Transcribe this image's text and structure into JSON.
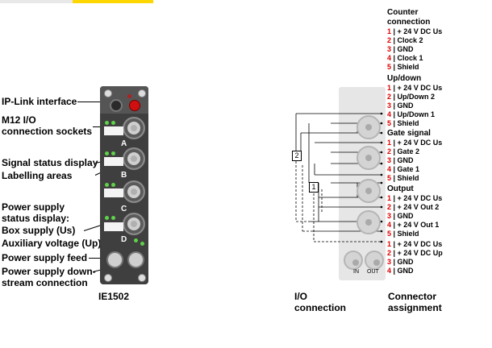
{
  "left_labels": {
    "ip_link": "IP-Link interface",
    "m12": "M12 I/O\nconnection sockets",
    "signal_status": "Signal status display",
    "labelling": "Labelling areas",
    "power_status": "Power supply\nstatus display:",
    "box_supply": "Box supply (Us)",
    "aux_voltage": "Auxiliary voltage (Up)",
    "power_feed": "Power supply feed",
    "power_down": "Power supply down-\nstream connection"
  },
  "device": {
    "caption": "IE1502",
    "channels": [
      "A",
      "B",
      "C",
      "D"
    ]
  },
  "captions": {
    "io": "I/O\nconnection",
    "conn": "Connector\nassignment"
  },
  "schematic": {
    "box1": "1",
    "box2": "2",
    "in_label": "IN",
    "out_label": "OUT"
  },
  "connector_assignment": {
    "groups": [
      {
        "title": "Counter\nconnection",
        "rows": [
          {
            "pin": "1",
            "text": "| + 24 V DC Us"
          },
          {
            "pin": "2",
            "text": "| Clock 2"
          },
          {
            "pin": "3",
            "text": "| GND"
          },
          {
            "pin": "4",
            "text": "| Clock 1"
          },
          {
            "pin": "5",
            "text": "| Shield"
          }
        ]
      },
      {
        "title": "Up/down",
        "rows": [
          {
            "pin": "1",
            "text": "| + 24 V DC Us"
          },
          {
            "pin": "2",
            "text": "| Up/Down 2"
          },
          {
            "pin": "3",
            "text": "| GND"
          },
          {
            "pin": "4",
            "text": "| Up/Down 1"
          },
          {
            "pin": "5",
            "text": "| Shield"
          }
        ]
      },
      {
        "title": "Gate signal",
        "rows": [
          {
            "pin": "1",
            "text": "| + 24 V DC Us"
          },
          {
            "pin": "2",
            "text": "| Gate 2"
          },
          {
            "pin": "3",
            "text": "| GND"
          },
          {
            "pin": "4",
            "text": "| Gate 1"
          },
          {
            "pin": "5",
            "text": "| Shield"
          }
        ]
      },
      {
        "title": "Output",
        "rows": [
          {
            "pin": "1",
            "text": "| + 24 V DC Us"
          },
          {
            "pin": "2",
            "text": "| + 24 V Out 2"
          },
          {
            "pin": "3",
            "text": "| GND"
          },
          {
            "pin": "4",
            "text": "| + 24 V Out 1"
          },
          {
            "pin": "5",
            "text": "| Shield"
          }
        ]
      },
      {
        "title": "",
        "rows": [
          {
            "pin": "1",
            "text": "| + 24 V DC Us"
          },
          {
            "pin": "2",
            "text": "| + 24 V DC Up"
          },
          {
            "pin": "3",
            "text": "| GND"
          },
          {
            "pin": "4",
            "text": "| GND"
          }
        ]
      }
    ]
  },
  "colors": {
    "pin_number": "#e00000",
    "device_body": "#3f3f3f",
    "led_green": "#5fd14a",
    "highlight_bar": "#ffd700"
  }
}
